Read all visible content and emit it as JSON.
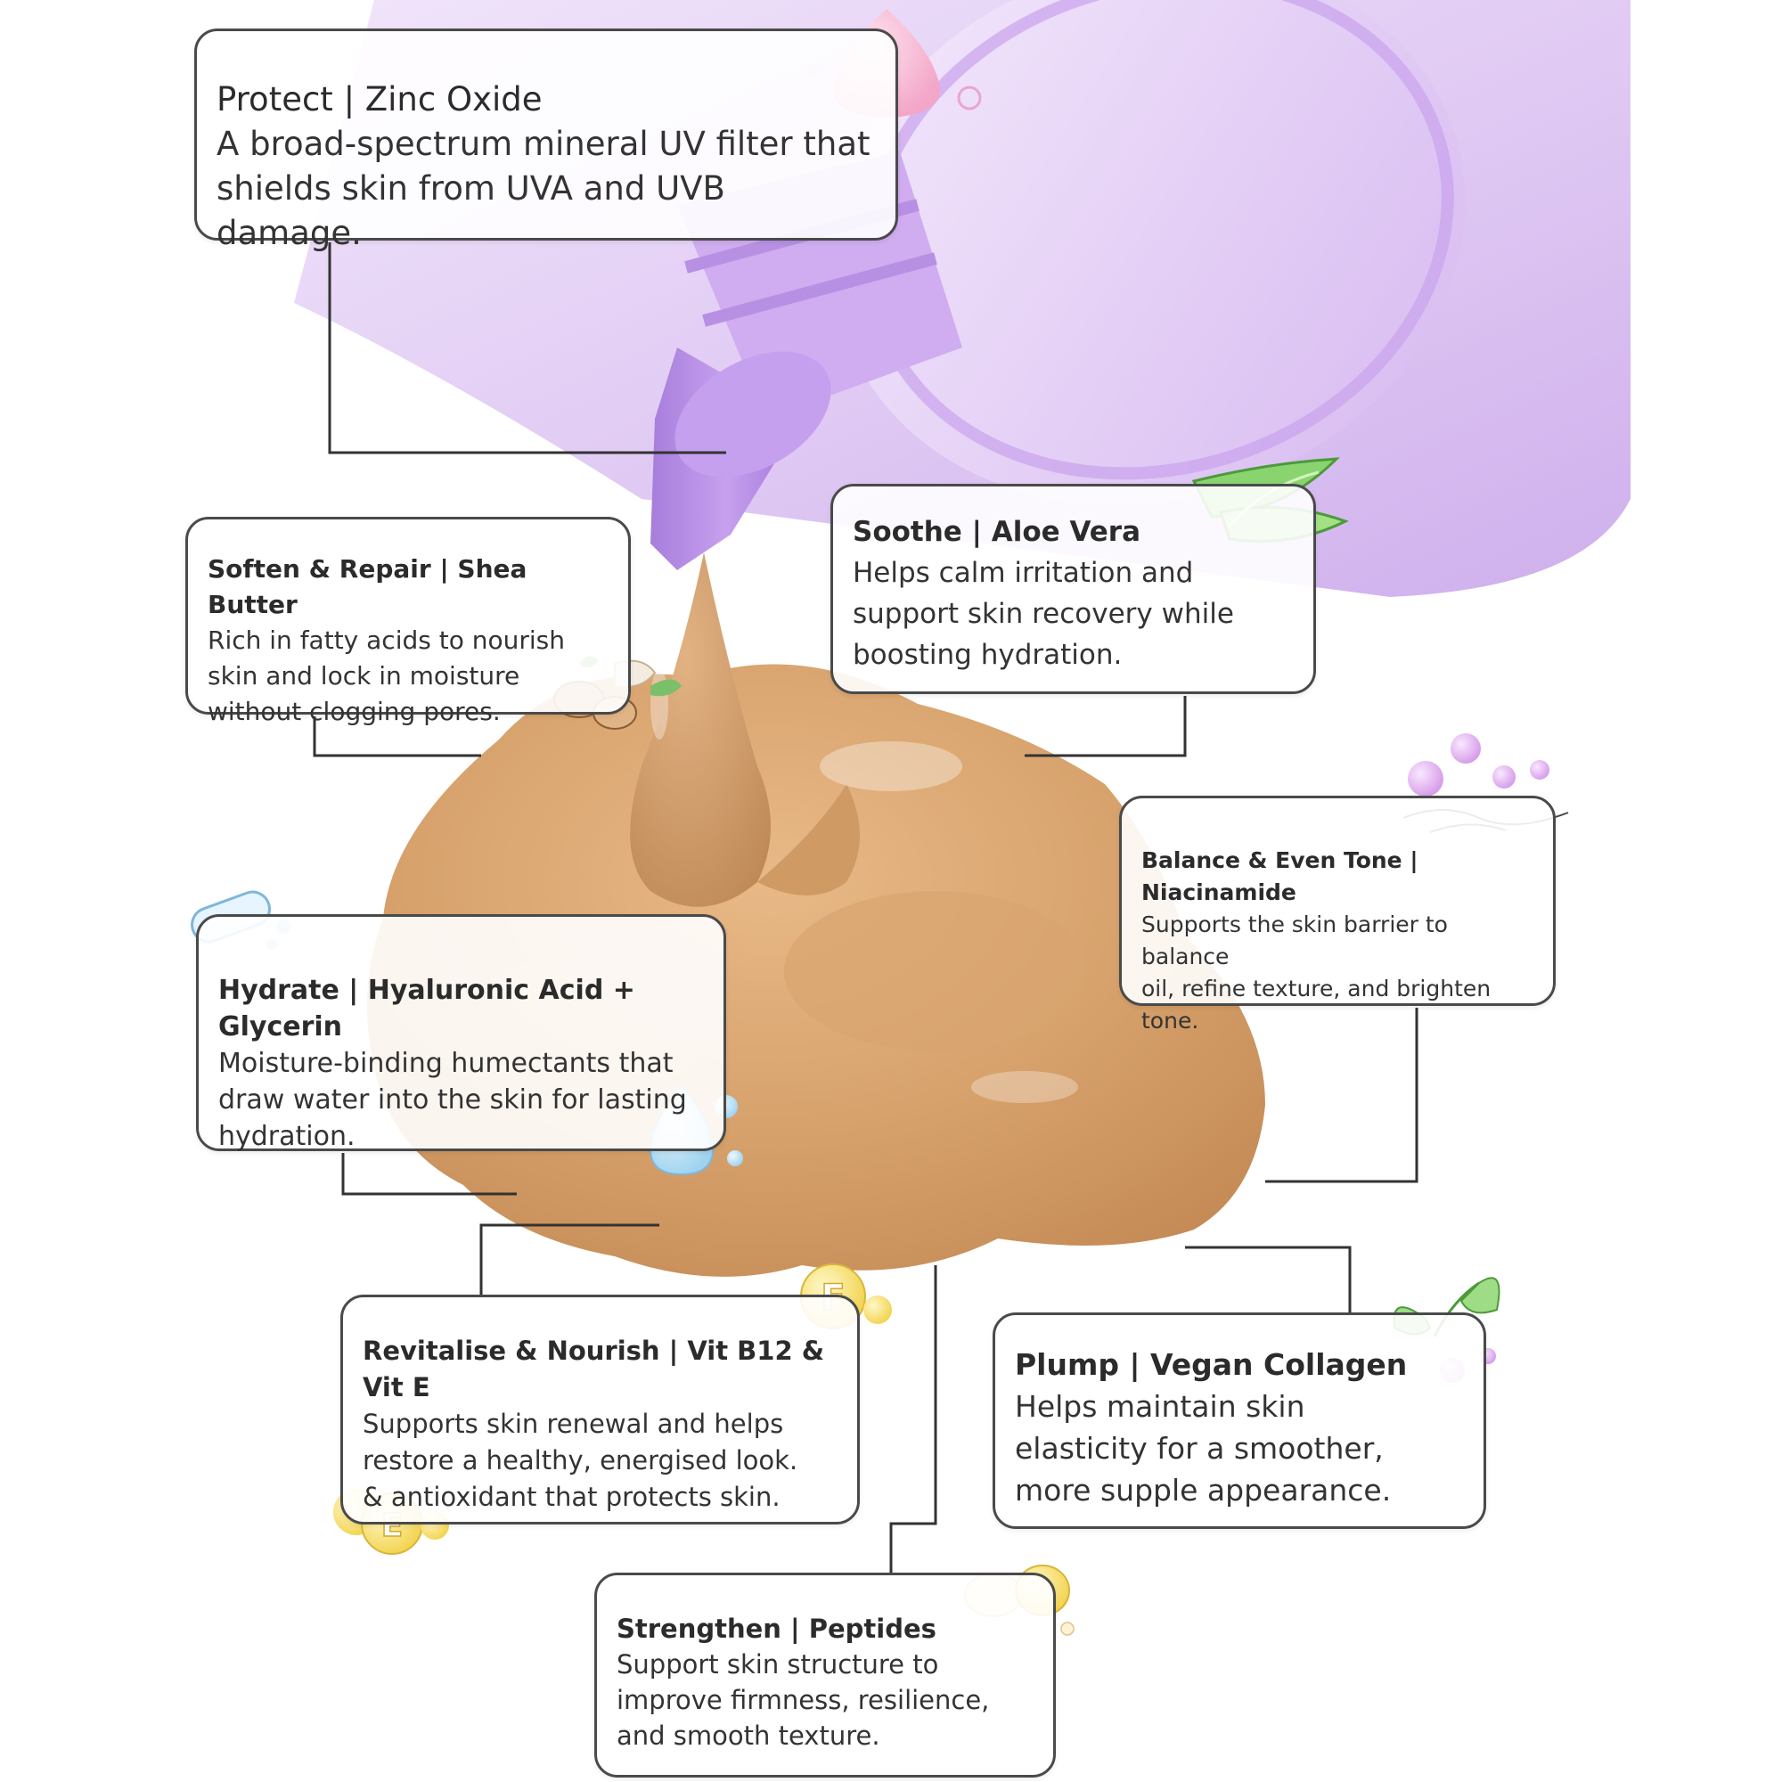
{
  "ingredients": [
    {
      "key": "protect",
      "title": "Protect | Zinc Oxide",
      "lines": [
        "A broad-spectrum mineral UV filter that",
        "shields skin from UVA and UVB damage."
      ]
    },
    {
      "key": "soften",
      "title": "Soften & Repair | Shea Butter",
      "lines": [
        "Rich in fatty acids to nourish",
        "skin and lock in moisture",
        "without clogging pores."
      ]
    },
    {
      "key": "soothe",
      "title": "Soothe | Aloe Vera",
      "lines": [
        "Helps calm irritation and",
        "support skin recovery while",
        "boosting hydration."
      ]
    },
    {
      "key": "balance",
      "title": "Balance & Even Tone | Niacinamide",
      "lines": [
        "Supports the skin barrier to balance",
        "oil, refine texture, and brighten tone."
      ]
    },
    {
      "key": "hydrate",
      "title": "Hydrate | Hyaluronic Acid + Glycerin",
      "lines": [
        "Moisture-binding humectants that",
        "draw water into the skin for lasting",
        "hydration."
      ]
    },
    {
      "key": "revitalise",
      "title": "Revitalise & Nourish | Vit B12 & Vit E",
      "lines": [
        "Supports skin renewal and helps",
        "restore a healthy, energised look.",
        "& antioxidant that protects skin."
      ]
    },
    {
      "key": "plump",
      "title": "Plump | Vegan Collagen",
      "lines": [
        "Helps maintain skin",
        "elasticity for a smoother,",
        "more supple appearance."
      ]
    },
    {
      "key": "strengthen",
      "title": "Strengthen | Peptides",
      "lines": [
        "Support skin structure to",
        "improve firmness, resilience,",
        "and smooth texture."
      ]
    }
  ],
  "vitamin_badges": {
    "f": "F",
    "e": "E"
  },
  "colors": {
    "tube_lavender": "#d9bff0",
    "tube_nozzle": "#b98ee6",
    "cream_tan": "#d8a06a",
    "card_border": "#4a4a4a",
    "connector": "#333333"
  }
}
